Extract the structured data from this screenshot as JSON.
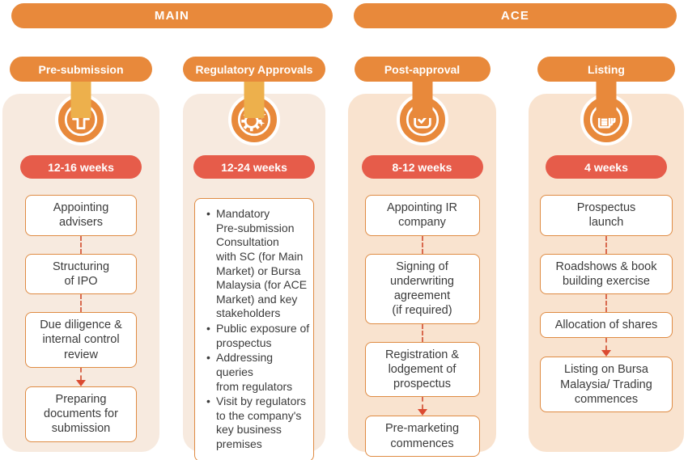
{
  "groups": [
    {
      "label": "MAIN"
    },
    {
      "label": "ACE"
    }
  ],
  "columns": [
    {
      "title": "Pre-submission",
      "icon": "up-arrow-icon",
      "duration": "12-16 weeks",
      "steps": [
        "Appointing\nadvisers",
        "Structuring\nof IPO",
        "Due diligence &\ninternal control\nreview",
        "Preparing\ndocuments for\nsubmission"
      ]
    },
    {
      "title": "Regulatory Approvals",
      "icon": "gears-icon",
      "duration": "12-24 weeks",
      "bullets": [
        "Mandatory\nPre-submission\nConsultation\nwith SC (for Main\nMarket) or Bursa\nMalaysia (for ACE\nMarket) and key\nstakeholders",
        "Public exposure of\nprospectus",
        "Addressing queries\nfrom regulators",
        "Visit by regulators\nto the company's\nkey business\npremises"
      ]
    },
    {
      "title": "Post-approval",
      "icon": "checkbox-icon",
      "duration": "8-12 weeks",
      "steps": [
        "Appointing IR\ncompany",
        "Signing of\nunderwriting\nagreement\n(if required)",
        "Registration &\nlodgement of\nprospectus",
        "Pre-marketing\ncommences"
      ]
    },
    {
      "title": "Listing",
      "icon": "documents-icon",
      "duration": "4 weeks",
      "steps": [
        "Prospectus\nlaunch",
        "Roadshows & book\nbuilding exercise",
        "Allocation of shares",
        "Listing on Bursa\nMalaysia/ Trading\ncommences"
      ]
    }
  ],
  "colors": {
    "orange": "#E8893B",
    "gold_connector": "#EDB04C",
    "duration_badge": "#E65C4A",
    "dashed_connector": "#D96A4F",
    "arrowhead": "#DB4A31",
    "panel_main": "#F7EADF",
    "panel_ace": "#F9E3CF",
    "box_border": "#DF8B43",
    "box_bg": "#FFFFFF",
    "text": "#3B3B3B",
    "text_on_orange": "#FFFFFF"
  }
}
